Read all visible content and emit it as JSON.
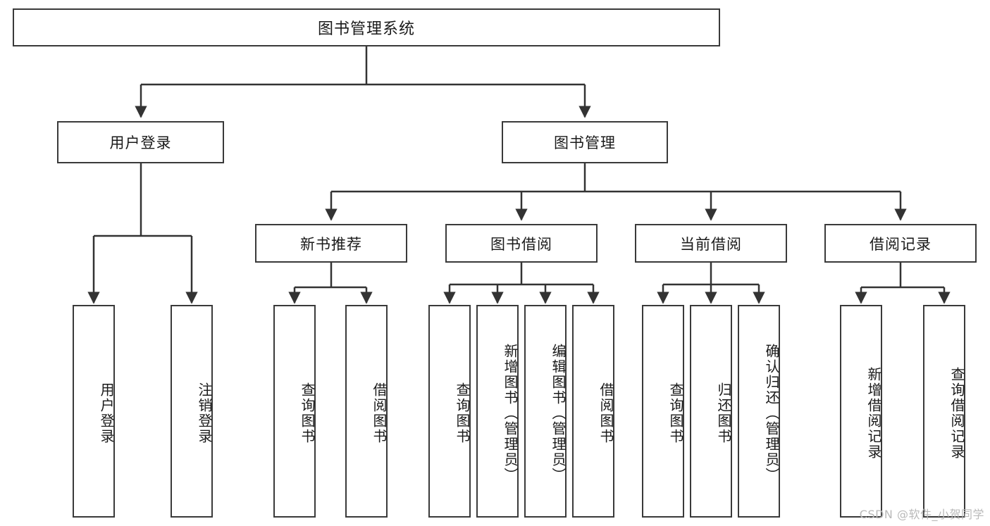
{
  "diagram": {
    "title": "图书管理系统",
    "type": "hierarchical-tree",
    "root": {
      "label": "图书管理系统",
      "children": [
        {
          "label": "用户登录",
          "children": [
            {
              "label": "用户登录"
            },
            {
              "label": "注销登录"
            }
          ]
        },
        {
          "label": "图书管理",
          "children": [
            {
              "label": "新书推荐",
              "children": [
                {
                  "label": "查询图书"
                },
                {
                  "label": "借阅图书"
                }
              ]
            },
            {
              "label": "图书借阅",
              "children": [
                {
                  "label": "查询图书"
                },
                {
                  "label": "新增图书（管理员）"
                },
                {
                  "label": "编辑图书（管理员）"
                },
                {
                  "label": "借阅图书"
                }
              ]
            },
            {
              "label": "当前借阅",
              "children": [
                {
                  "label": "查询图书"
                },
                {
                  "label": "归还图书"
                },
                {
                  "label": "确认归还（管理员）"
                }
              ]
            },
            {
              "label": "借阅记录",
              "children": [
                {
                  "label": "新增借阅记录"
                },
                {
                  "label": "查询借阅记录"
                }
              ]
            }
          ]
        }
      ]
    }
  },
  "nodes": {
    "root": "图书管理系统",
    "l1_user_login": "用户登录",
    "l1_book_manage": "图书管理",
    "l2_new_book_rec": "新书推荐",
    "l2_book_borrow": "图书借阅",
    "l2_current_borrow": "当前借阅",
    "l2_borrow_record": "借阅记录",
    "leaf_user_login": "用户登录",
    "leaf_logout": "注销登录",
    "leaf_rec_query": "查询图书",
    "leaf_rec_borrow": "借阅图书",
    "leaf_borrow_query": "查询图书",
    "leaf_borrow_add": "新增图书（管理员）",
    "leaf_borrow_edit": "编辑图书（管理员）",
    "leaf_borrow_do": "借阅图书",
    "leaf_cur_query": "查询图书",
    "leaf_cur_return": "归还图书",
    "leaf_cur_confirm": "确认归还（管理员）",
    "leaf_rec_add": "新增借阅记录",
    "leaf_rec_query2": "查询借阅记录"
  },
  "watermark": "CSDN @软件_小贺同学",
  "colors": {
    "border": "#3a3a3a",
    "background": "#ffffff",
    "text": "#1a1a1a",
    "watermark": "#b9b9b9"
  }
}
